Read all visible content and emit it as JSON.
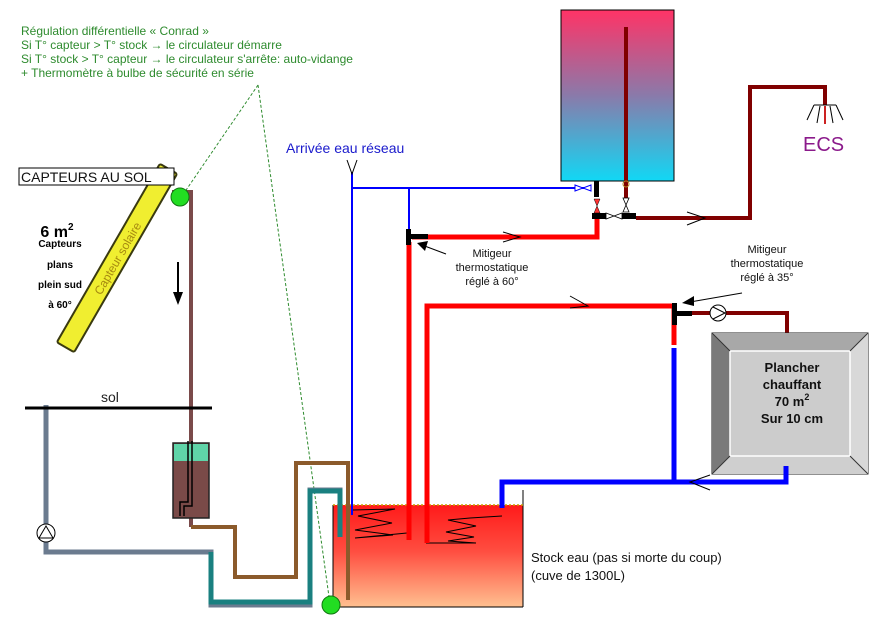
{
  "regulation_note": {
    "lines": [
      "Régulation différentielle « Conrad »",
      "Si T° capteur > T° stock → le circulateur démarre",
      "Si T° stock > T° capteur → le circulateur s'arrête: auto-vidange",
      "+ Thermomètre à bulbe de sécurité en série"
    ],
    "color": "#2e8b2e"
  },
  "collectors": {
    "title": "CAPTEURS AU SOL",
    "area": "6 m",
    "area_sup": "2",
    "desc": [
      "Capteurs",
      "plans",
      "plein sud",
      "à 60°"
    ],
    "panel_label": "Capteur solaire",
    "ground_label": "sol"
  },
  "network_inlet": {
    "label": "Arrivée eau réseau",
    "color": "#1a1acc"
  },
  "mixer_60": {
    "lines": [
      "Mitigeur",
      "thermostatique",
      "réglé à 60°"
    ]
  },
  "mixer_35": {
    "lines": [
      "Mitigeur",
      "thermostatique",
      "réglé à 35°"
    ]
  },
  "ecs": {
    "label": "ECS",
    "color": "#8b1a8b"
  },
  "floor_heating": {
    "line1": "Plancher",
    "line2": "chauffant",
    "line3": "70 m",
    "line3_sup": "2",
    "line4": "Sur 10 cm"
  },
  "storage": {
    "line1": "Stock eau (pas si morte du coup)",
    "line2": "(cuve de 1300L)"
  },
  "colors": {
    "hot": "#ff0000",
    "cold": "#0000ff",
    "dhw": "#800000",
    "collector_return": "#6b7b8f",
    "collector_feed": "#7a4a4a",
    "drainback": "#8b5a2b",
    "teal": "#1a8080",
    "sensor": "#22dd22"
  }
}
